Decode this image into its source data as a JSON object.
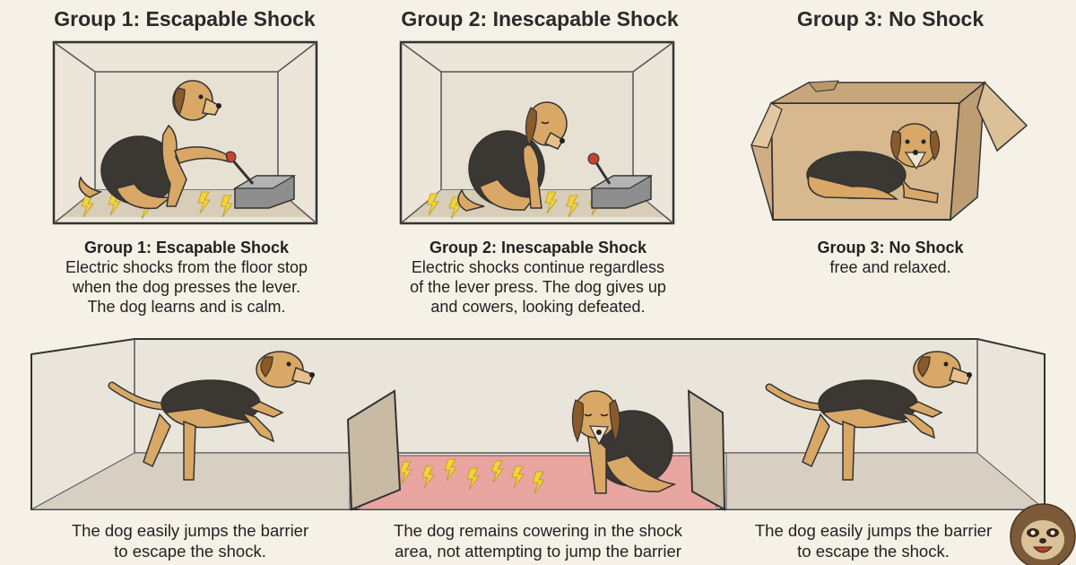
{
  "panels": [
    {
      "title": "Group 1: Escapable Shock",
      "caption_heading": "Group 1: Escapable Shock",
      "caption_lines": [
        "Electric shocks from the floor stop",
        "when the dog presses the lever.",
        "The dog learns and is calm."
      ]
    },
    {
      "title": "Group 2: Inescapable Shock",
      "caption_heading": "Group 2: Inescapable Shock",
      "caption_lines": [
        "Electric shocks continue regardless",
        "of the lever press. The dog gives up",
        "and cowers, looking defeated."
      ]
    },
    {
      "title": "Group 3: No Shock",
      "caption_heading": "Group 3: No Shock",
      "caption_lines": [
        "free and relaxed."
      ]
    }
  ],
  "shuttle_box": {
    "left_caption": [
      "The dog easily jumps the barrier",
      "to escape the shock."
    ],
    "center_caption": [
      "The dog remains cowering in the shock",
      "area, not attempting to jump the barrier"
    ],
    "right_caption": [
      "The dog easily jumps the barrier",
      "to escape the shock."
    ]
  },
  "colors": {
    "background": "#f6f1e6",
    "shock_yellow": "#f2d43a",
    "shock_floor_pink": "#e9a5a0",
    "dog_tan": "#d9a866",
    "dog_black": "#3b3833",
    "cardboard": "#d8b98f"
  }
}
